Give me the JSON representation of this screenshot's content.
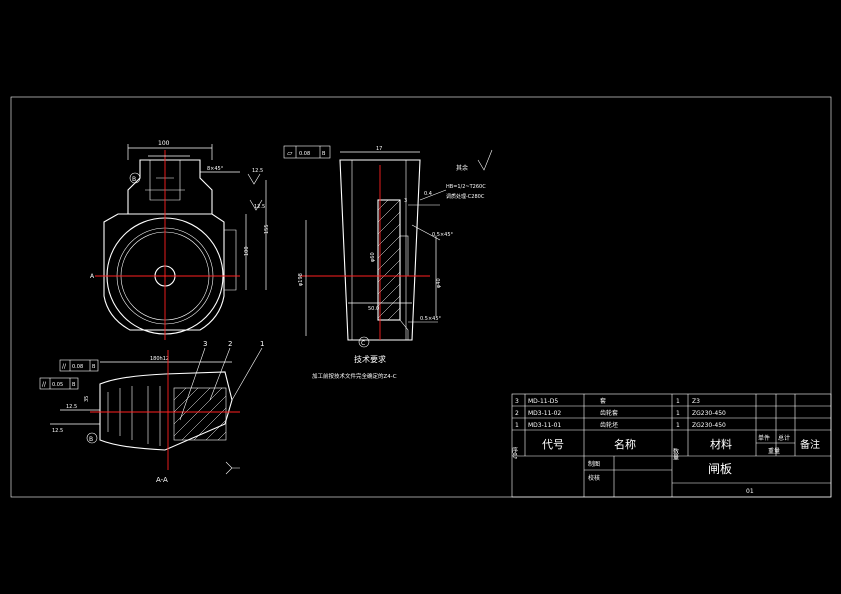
{
  "drawing": {
    "tech_title": "技术要求",
    "tech_note": "加工前按技术文件完全确定的Z4-C",
    "section_label": "A-A",
    "view_left_width": "100",
    "dim_chamfer": "8×45°",
    "dim_roughness_1": "12.5",
    "dim_roughness_2": "12.5",
    "dim_vertical_1": "100",
    "dim_vertical_2": "155",
    "flatness_tol": "0.08",
    "flatness_ref": "B",
    "parallel_tol_1": "0.08",
    "parallel_ref_1": "B",
    "parallel_tol_2": "0.05",
    "parallel_ref_2": "B",
    "section_width": "180h12",
    "section_dia": "35",
    "datum_c": "C",
    "datum_b": "B",
    "datum_b2": "B",
    "part_no_1": "1",
    "part_no_2": "2",
    "part_no_3": "3",
    "right_dim_top": "17",
    "right_dim_angle": "3",
    "right_dim_chamfer": "0.5×45°",
    "right_dim_chamfer_2": "0.5×45°",
    "right_dim_dia": "φ198",
    "right_dim_dia_2": "φ60",
    "right_dim_width": "50.0",
    "right_dim_3": "0.4",
    "right_dim_4": "φ40",
    "hardness_1": "HB=1/2~T260C",
    "hardness_2": "调质处理-C280C",
    "surface_rest": "其余"
  },
  "title_block": {
    "rows": [
      {
        "seq": "3",
        "code": "MD-11-D5",
        "name": "套",
        "qty": "1",
        "material": "Z3"
      },
      {
        "seq": "2",
        "code": "MD3-11-02",
        "name": "齿轮套",
        "qty": "1",
        "material": "ZG230-450"
      },
      {
        "seq": "1",
        "code": "MD3-11-01",
        "name": "齿轮坯",
        "qty": "1",
        "material": "ZG230-450"
      }
    ],
    "header": {
      "seq": "序号",
      "code": "代号",
      "name": "名称",
      "qty": "数量",
      "material": "材料",
      "unit_weight": "单件",
      "total_weight": "总计",
      "weight": "重量",
      "remarks": "备注"
    },
    "drawn_label": "制图",
    "checked_label": "校核",
    "title": "闸板",
    "sheet_no": "01"
  }
}
